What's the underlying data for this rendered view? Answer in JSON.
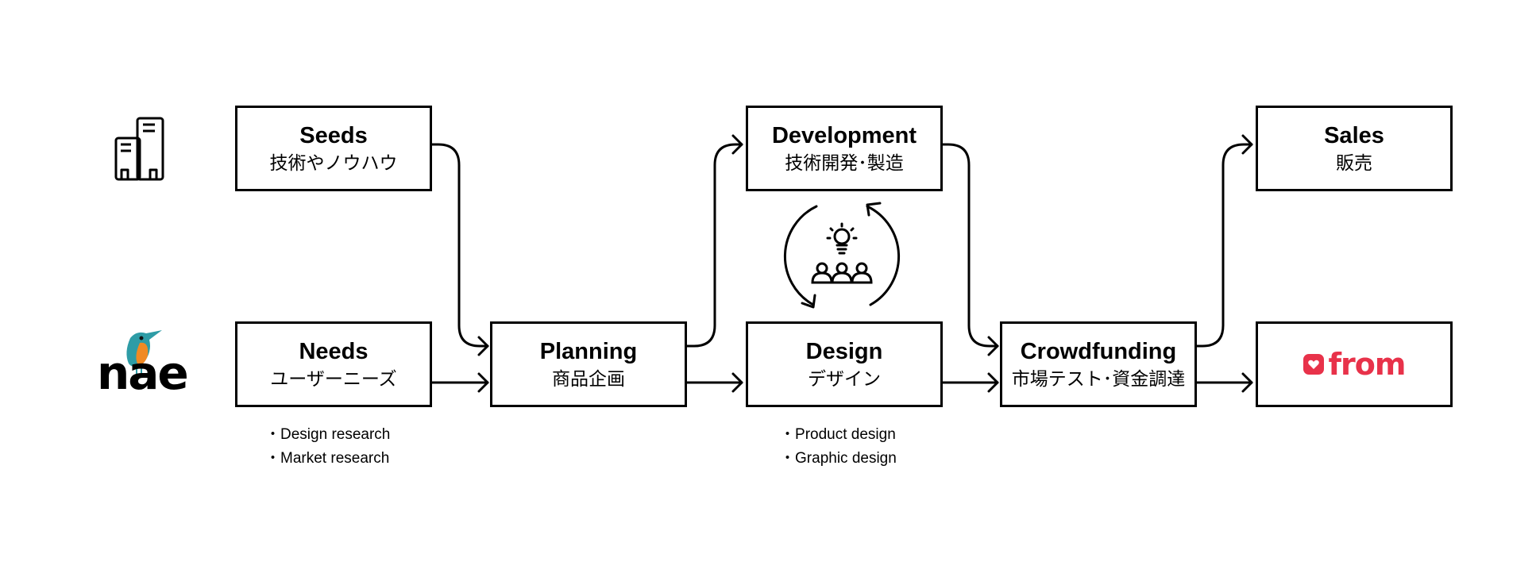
{
  "boxes": {
    "seeds": {
      "en": "Seeds",
      "ja": "技術やノウハウ"
    },
    "needs": {
      "en": "Needs",
      "ja": "ユーザーニーズ"
    },
    "planning": {
      "en": "Planning",
      "ja": "商品企画"
    },
    "development": {
      "en": "Development",
      "ja": "技術開発･製造"
    },
    "design": {
      "en": "Design",
      "ja": "デザイン"
    },
    "crowdfunding": {
      "en": "Crowdfunding",
      "ja": "市場テスト･資金調達"
    },
    "sales": {
      "en": "Sales",
      "ja": "販売"
    },
    "from_logo": {
      "text": "from"
    }
  },
  "needs_bullets": [
    "Design research",
    "Market research"
  ],
  "design_bullets": [
    "Product design",
    "Graphic design"
  ],
  "logos": {
    "nae": "nae"
  },
  "icons": [
    "building-icon",
    "kingfisher-icon",
    "lightbulb-team-icon",
    "from-brand-icon"
  ],
  "colors": {
    "line": "#000000",
    "from_brand": "#e8324a",
    "kingfisher_blue": "#2e9ca6",
    "kingfisher_orange": "#f08a24"
  }
}
